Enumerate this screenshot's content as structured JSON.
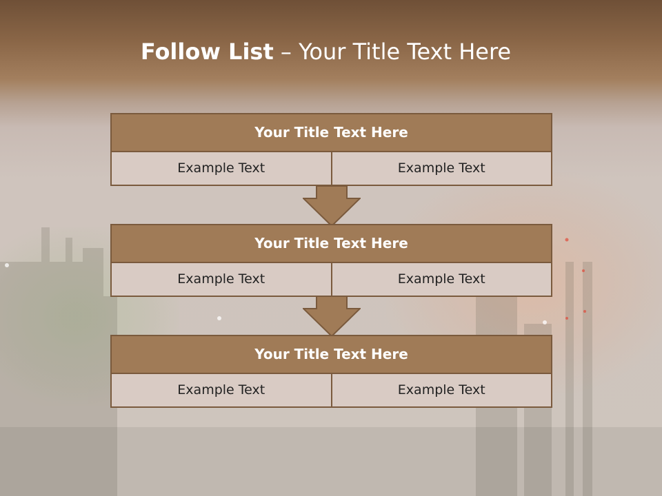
{
  "title": {
    "main": "Follow List",
    "separator": " – ",
    "sub": "Your Title Text Here"
  },
  "blocks": [
    {
      "heading": "Your Title Text Here",
      "left_text": "Example Text",
      "right_text": "Example Text"
    },
    {
      "heading": "Your Title Text Here",
      "left_text": "Example Text",
      "right_text": "Example Text"
    },
    {
      "heading": "Your Title Text Here",
      "left_text": "Example Text",
      "right_text": "Example Text"
    }
  ],
  "colors": {
    "block_fill": "#a07b57",
    "block_border": "#7a5a3d",
    "cell_fill": "#d9cbc4",
    "title_band": "#6f5037"
  }
}
